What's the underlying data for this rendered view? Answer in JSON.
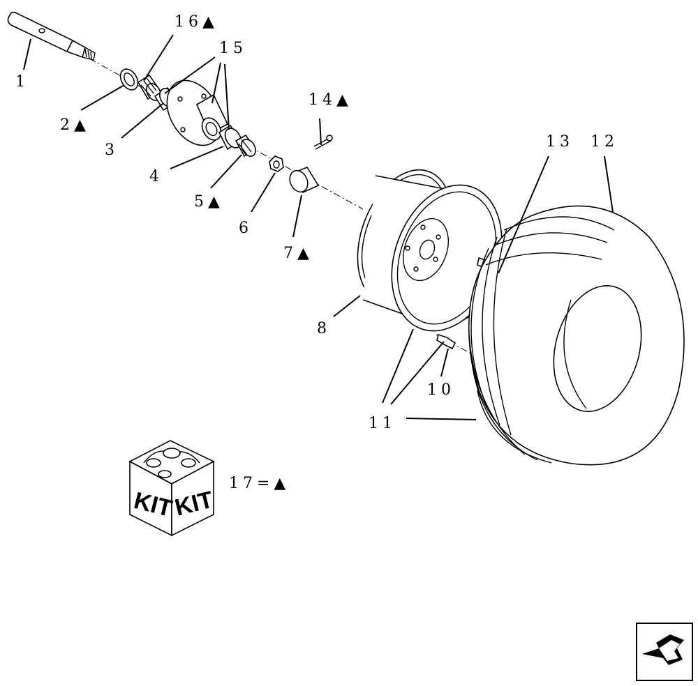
{
  "callouts": {
    "c1": {
      "num": "1",
      "mark": ""
    },
    "c2": {
      "num": "2",
      "mark": "▲"
    },
    "c3": {
      "num": "3",
      "mark": ""
    },
    "c4": {
      "num": "4",
      "mark": ""
    },
    "c5": {
      "num": "5",
      "mark": "▲"
    },
    "c6": {
      "num": "6",
      "mark": ""
    },
    "c7": {
      "num": "7",
      "mark": "▲"
    },
    "c8": {
      "num": "8",
      "mark": ""
    },
    "c10": {
      "num": "10",
      "mark": ""
    },
    "c11": {
      "num": "11",
      "mark": ""
    },
    "c12": {
      "num": "12",
      "mark": ""
    },
    "c13": {
      "num": "13",
      "mark": ""
    },
    "c14": {
      "num": "14",
      "mark": "▲"
    },
    "c15": {
      "num": "15",
      "mark": ""
    },
    "c16": {
      "num": "16",
      "mark": "▲"
    },
    "c17": {
      "num": "17",
      "mark": "=▲"
    }
  },
  "kit_box": {
    "left_text": "KIT",
    "right_text": "KIT"
  },
  "icons": {
    "nav": "arrow-back-icon"
  }
}
